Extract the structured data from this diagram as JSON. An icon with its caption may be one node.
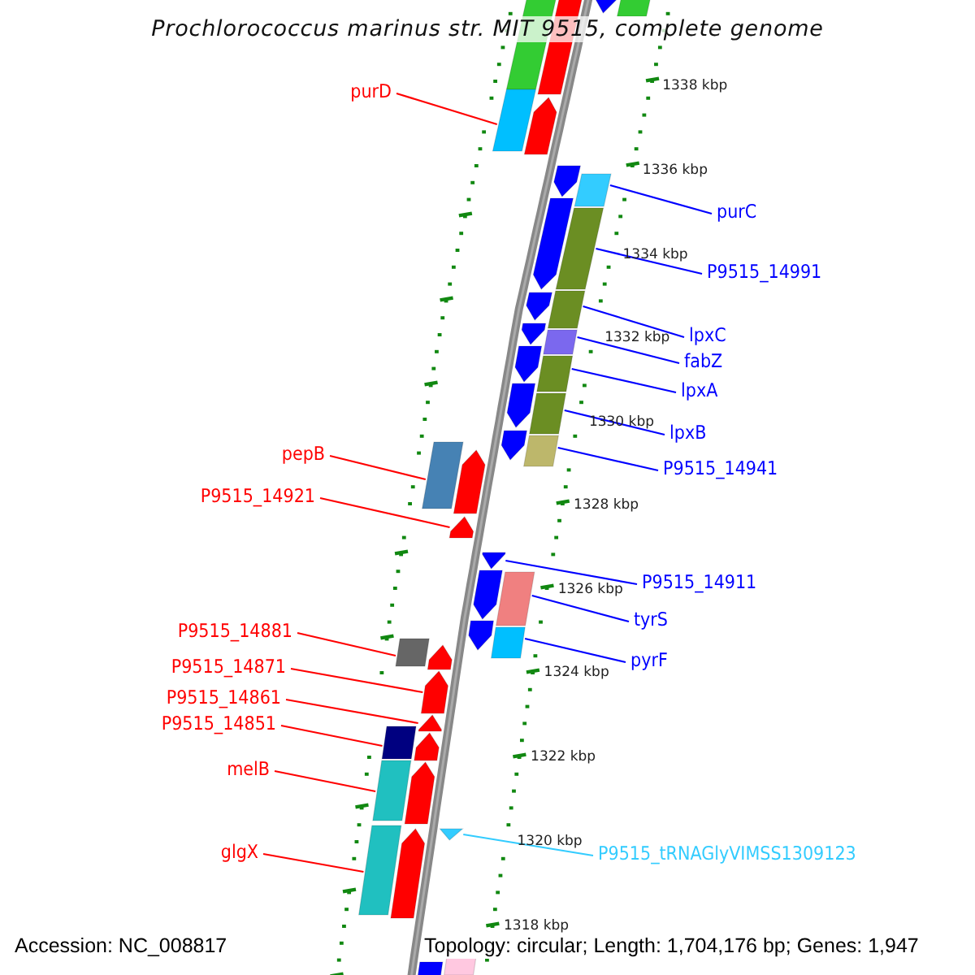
{
  "diagram": {
    "title": "Prochlorococcus marinus str. MIT 9515, complete genome",
    "nodes": [
      {
        "text": [
          "purD"
        ]
      },
      {
        "text": [],
        "shape": "bar"
      },
      {
        "text": [
          "purC"
        ]
      },
      {
        "text": [],
        "shape": "bar"
      },
      {
        "text": [
          "P9515_14991"
        ]
      },
      {
        "text": [],
        "shape": "bar"
      },
      {
        "text": [
          "lpxC"
        ]
      },
      {
        "text": [],
        "shape": "bar"
      },
      {
        "text": [
          "fabZ"
        ]
      },
      {
        "text": [],
        "shape": "bar"
      },
      {
        "text": [
          "lpxA"
        ]
      },
      {
        "text": [],
        "shape": "bar"
      },
      {
        "text": [
          "lpxB"
        ]
      },
      {
        "text": [],
        "shape": "bar"
      },
      {
        "text": [
          "pepB"
        ]
      },
      {
        "text": [],
        "shape": "bar"
      },
      {
        "text": [
          "P9515_14941"
        ]
      },
      {
        "text": [],
        "shape": "bar"
      },
      {
        "text": [
          "P9515_14921"
        ]
      },
      {
        "text": [],
        "shape": "bar"
      },
      {
        "text": [
          "P9515_14911"
        ]
      },
      {
        "text": [],
        "shape": "bar"
      },
      {
        "text": [
          "tyrS"
        ]
      },
      {
        "text": [],
        "shape": "bar"
      },
      {
        "text": [
          "P9515_14881"
        ]
      },
      {
        "text": [],
        "shape": "bar"
      },
      {
        "text": [
          "pyrF"
        ]
      },
      {
        "text": [],
        "shape": "bar"
      },
      {
        "text": [
          "P9515_14871"
        ]
      },
      {
        "text": [],
        "shape": "bar"
      },
      {
        "text": [
          "P9515_14861"
        ]
      },
      {
        "text": [],
        "shape": "bar"
      },
      {
        "text": [
          "P9515_14851"
        ]
      },
      {
        "text": [],
        "shape": "bar"
      },
      {
        "text": [
          "melB"
        ]
      },
      {
        "text": [],
        "shape": "bar"
      },
      {
        "text": [
          "glgX"
        ]
      },
      {
        "text": [],
        "shape": "bar"
      },
      {
        "text": [
          "P9515_tRNAGlyVIMSS1309123"
        ]
      },
      {
        "text": [],
        "shape": "bar"
      }
    ],
    "edges": [
      {
        "from": 0,
        "to": 1,
        "arrow": "none",
        "color": "#ff0000"
      },
      {
        "from": 2,
        "to": 3,
        "arrow": "none"
      },
      {
        "from": 4,
        "to": 5,
        "arrow": "none"
      },
      {
        "from": 6,
        "to": 7,
        "arrow": "none"
      },
      {
        "from": 8,
        "to": 9,
        "arrow": "none"
      },
      {
        "from": 10,
        "to": 11,
        "arrow": "none"
      },
      {
        "from": 12,
        "to": 13,
        "arrow": "none"
      },
      {
        "from": 14,
        "to": 15,
        "arrow": "none",
        "color": "#ff0000"
      },
      {
        "from": 16,
        "to": 17,
        "arrow": "none"
      },
      {
        "from": 18,
        "to": 19,
        "arrow": "none",
        "color": "#ff0000"
      },
      {
        "from": 20,
        "to": 21,
        "arrow": "none"
      },
      {
        "from": 22,
        "to": 23,
        "arrow": "none"
      },
      {
        "from": 24,
        "to": 25,
        "arrow": "none",
        "color": "#ff0000"
      },
      {
        "from": 26,
        "to": 27,
        "arrow": "none"
      },
      {
        "from": 28,
        "to": 29,
        "arrow": "none",
        "color": "#ff0000"
      },
      {
        "from": 30,
        "to": 31,
        "arrow": "none",
        "color": "#ff0000"
      },
      {
        "from": 32,
        "to": 33,
        "arrow": "none",
        "color": "#ff0000"
      },
      {
        "from": 34,
        "to": 35,
        "arrow": "none",
        "color": "#ff0000"
      },
      {
        "from": 36,
        "to": 37,
        "arrow": "none",
        "color": "#ff0000"
      },
      {
        "from": 38,
        "to": 39,
        "arrow": "none",
        "color": "#33ccff"
      }
    ],
    "labels": [
      "1338 kbp",
      "1336 kbp",
      "1334 kbp",
      "1332 kbp",
      "1330 kbp",
      "1328 kbp",
      "1326 kbp",
      "1324 kbp",
      "1322 kbp",
      "1320 kbp",
      "1318 kbp",
      "Accession: NC_008817",
      "Topology: circular; Length: 1,704,176 bp; Genes: 1,947"
    ]
  }
}
